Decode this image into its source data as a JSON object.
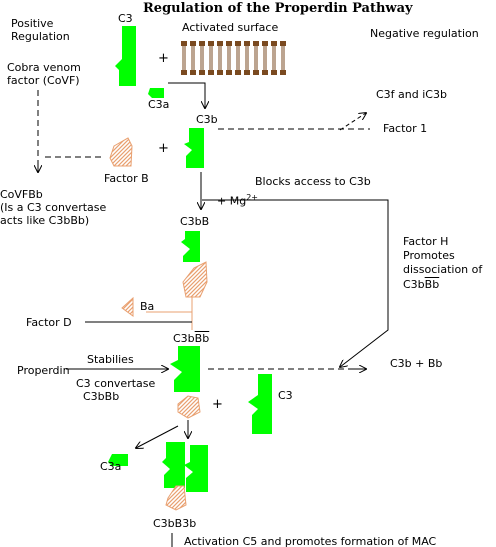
{
  "title": "Regulation of the Properdin Pathway",
  "headers": {
    "positive": "Positive\nRegulation",
    "negative": "Negative regulation"
  },
  "labels": {
    "c3_top": "C3",
    "activated_surface": "Activated surface",
    "plus_1": "+",
    "c3a_top": "C3a",
    "c3b": "C3b",
    "cobra": "Cobra venom\nfactor (CoVF)",
    "c3f_ic3b": "C3f and iC3b",
    "factor1": "Factor 1",
    "factor_b": "Factor B",
    "plus_2": "+",
    "mg_prefix": "+ Mg",
    "mg_sup": "2+",
    "blocks": "Blocks access to C3b",
    "covfbb": "CoVFBb\n(Is a C3 convertase\nacts like C3bBb)",
    "c3bb_label": "C3bB",
    "factor_h_line1": "Factor H",
    "factor_h_line2": "Promotes",
    "factor_h_line3": "dissociation of",
    "factor_h_c3b": "C3b",
    "factor_h_bb": "Bb",
    "ba": "Ba",
    "factor_d": "Factor D",
    "c3bbb_c3b": "C3b",
    "c3bbb_bb": "Bb",
    "properdin": "Properdin",
    "stabilies": "Stabilies",
    "c3_convertase": "C3 convertase\n  C3bBb",
    "c3b_plus_bb": "C3b + Bb",
    "plus_3": "+",
    "c3_right": "C3",
    "c3a_bottom": "C3a",
    "c3bb3b": "C3bB3b",
    "activation": "Activation C5 and promotes formation of MAC"
  },
  "colors": {
    "c3_green": "#00ff00",
    "factor_b_orange": "#e9a070",
    "line": "#000000"
  }
}
